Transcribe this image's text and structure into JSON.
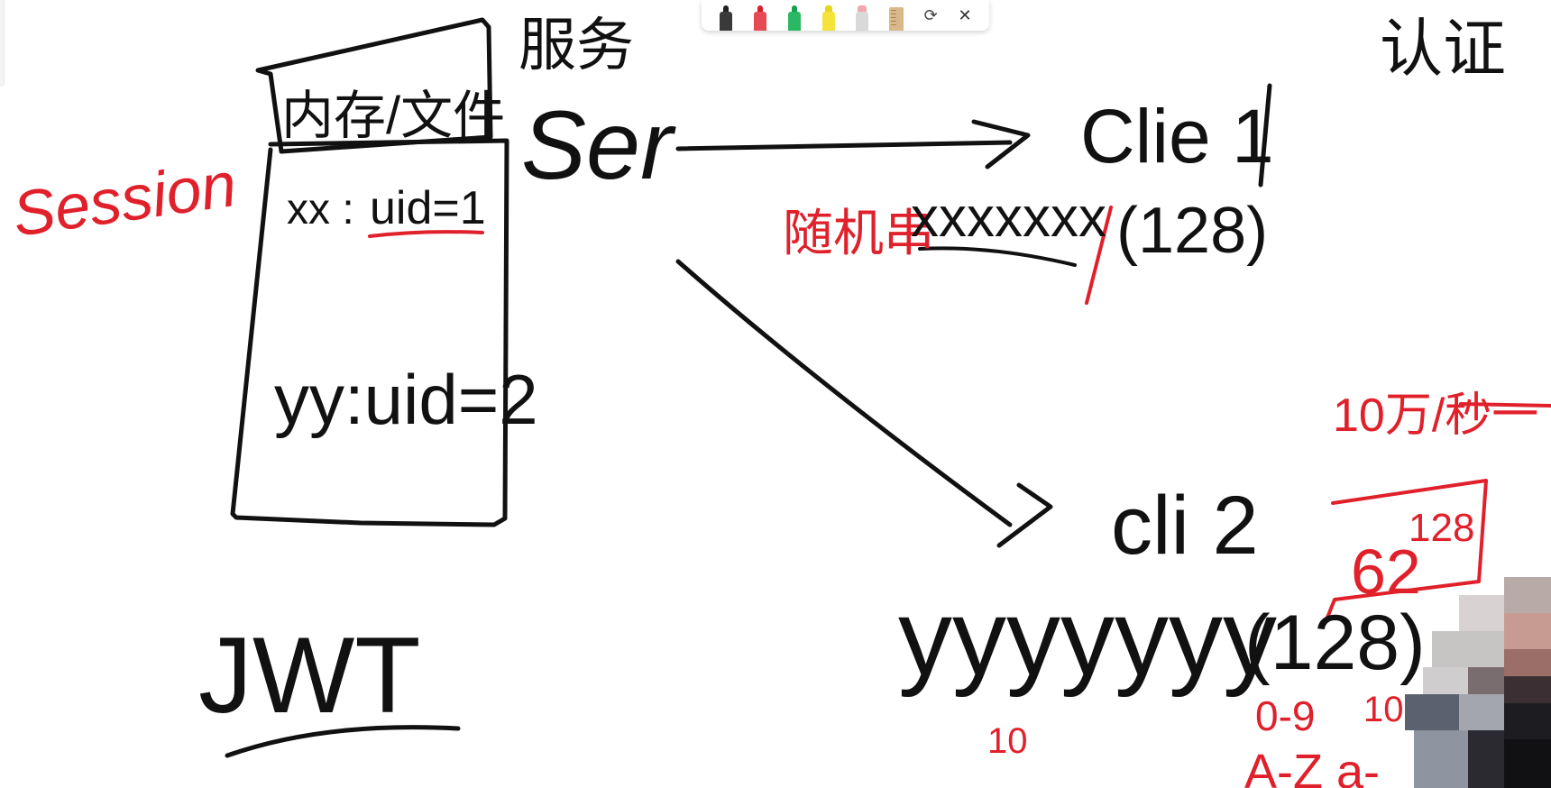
{
  "toolbar": {
    "pens": [
      {
        "name": "black-pen-icon",
        "color": "#222222"
      },
      {
        "name": "red-pen-icon",
        "color": "#d61f2b"
      },
      {
        "name": "green-pen-icon",
        "color": "#12a150"
      },
      {
        "name": "highlighter-icon",
        "color": "#f3e33a"
      },
      {
        "name": "eraser-icon",
        "color": "#f1a7b0"
      }
    ],
    "ruler_icon": "ruler-icon",
    "lasso_icon": "lasso-select-icon",
    "close_icon": "close-icon",
    "close_glyph": "✕",
    "lasso_glyph": "⟳"
  },
  "colors": {
    "ink_black": "#111111",
    "ink_red": "#e0202a",
    "background": "#ffffff"
  },
  "handwriting": {
    "session": "Session",
    "memory_file": "内存/文件",
    "service": "服务",
    "server": "Ser",
    "row1_key": "xx : ",
    "row1_val": "uid=1",
    "row2": "yy:uid=2",
    "auth": "认证",
    "client1": "Clie 1",
    "random_string": "随机串",
    "xs": "xxxxxxx",
    "len1": "(128)",
    "hundred_k": "10万/秒一",
    "sixty_two": "62",
    "exp_128": "128",
    "client2": "cli 2",
    "ys": "yyyyyyy",
    "len2": "(128)",
    "jwt": "JWT",
    "ten_a": "10",
    "digits": "0-9",
    "ten_b": "10",
    "letters": "A-Z a-"
  }
}
